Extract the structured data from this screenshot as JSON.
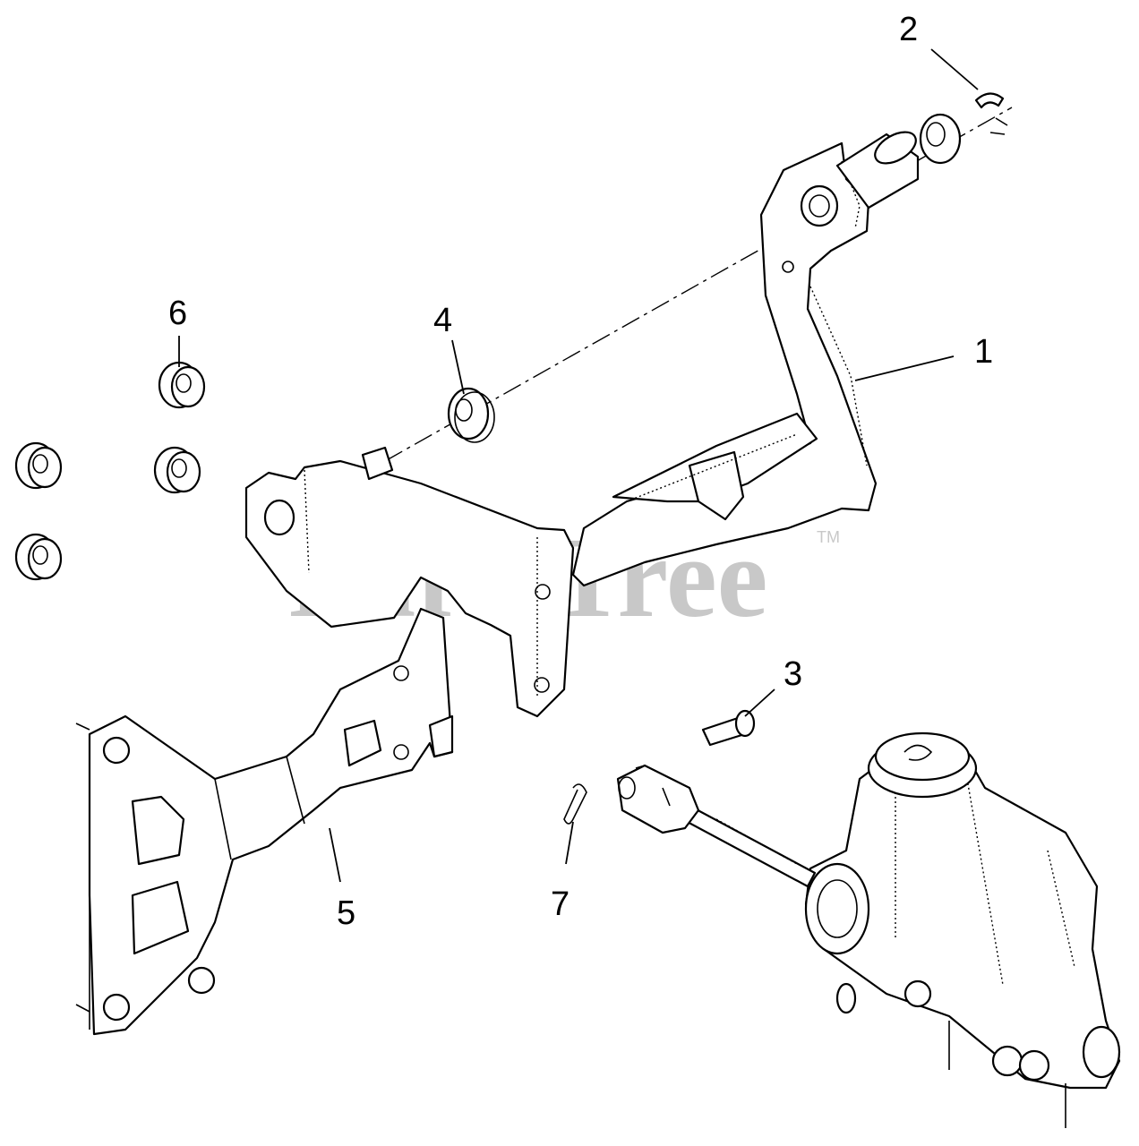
{
  "watermark": {
    "text": "PartsTree",
    "tm": "TM"
  },
  "callouts": [
    {
      "id": "1",
      "label": "1"
    },
    {
      "id": "2",
      "label": "2"
    },
    {
      "id": "3",
      "label": "3"
    },
    {
      "id": "4",
      "label": "4"
    },
    {
      "id": "5",
      "label": "5"
    },
    {
      "id": "6",
      "label": "6"
    },
    {
      "id": "7",
      "label": "7"
    }
  ]
}
